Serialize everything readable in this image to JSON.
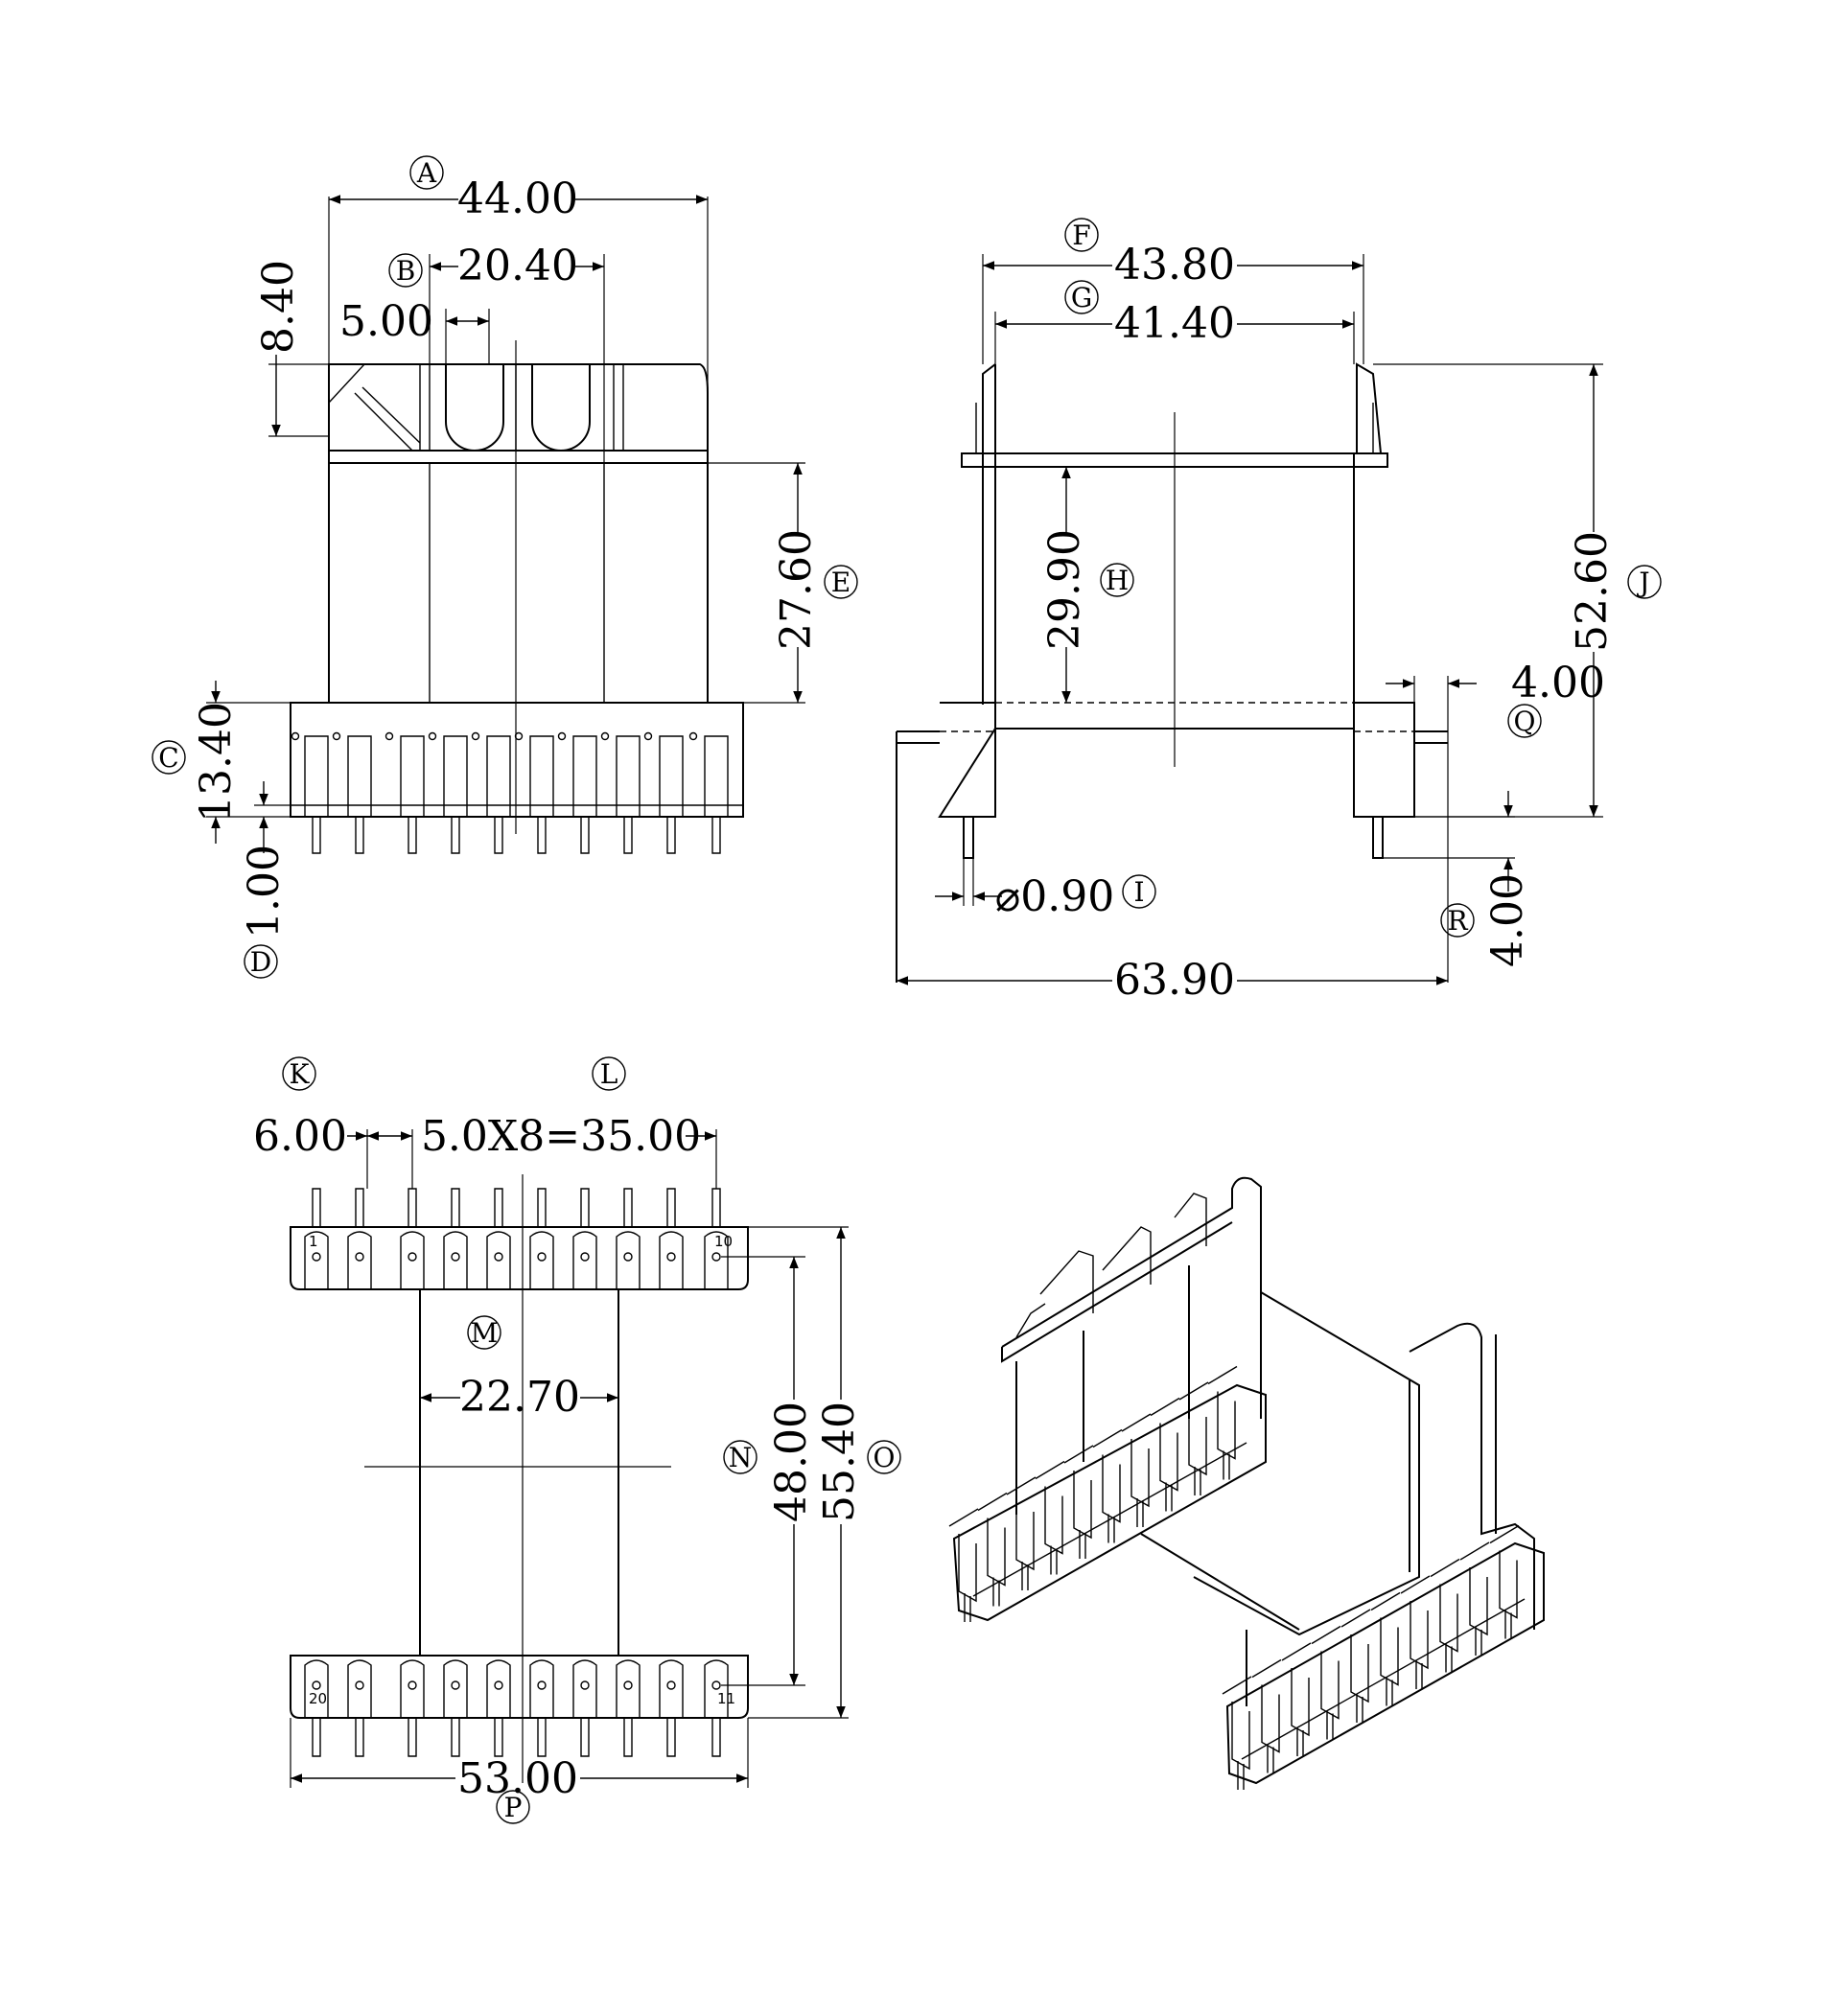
{
  "colors": {
    "line": "#000000",
    "background": "#ffffff"
  },
  "dimensions": {
    "A": {
      "letter": "A",
      "value": "44.00"
    },
    "B": {
      "letter": "B",
      "value": "20.40"
    },
    "slot": {
      "value": "5.00"
    },
    "top_height": {
      "value": "8.40"
    },
    "C": {
      "letter": "C",
      "value": "13.40"
    },
    "D": {
      "letter": "D",
      "value": "1.00"
    },
    "E": {
      "letter": "E",
      "value": "27.60"
    },
    "F": {
      "letter": "F",
      "value": "43.80"
    },
    "G": {
      "letter": "G",
      "value": "41.40"
    },
    "H": {
      "letter": "H",
      "value": "29.90"
    },
    "I": {
      "letter": "I",
      "value": "⌀0.90"
    },
    "J": {
      "letter": "J",
      "value": "52.60"
    },
    "Q": {
      "letter": "Q",
      "value": "4.00"
    },
    "R": {
      "letter": "R",
      "value": "4.00"
    },
    "overall_width": {
      "value": "63.90"
    },
    "K": {
      "letter": "K",
      "value": "6.00"
    },
    "L": {
      "letter": "L",
      "value": "5.0X8=35.00"
    },
    "M": {
      "letter": "M",
      "value": "22.70"
    },
    "N": {
      "letter": "N",
      "value": "48.00"
    },
    "O": {
      "letter": "O",
      "value": "55.40"
    },
    "P": {
      "letter": "P",
      "value": "53.00"
    }
  },
  "pin_labels": {
    "top_first": "1",
    "top_last": "10",
    "bottom_first": "20",
    "bottom_last": "11"
  }
}
